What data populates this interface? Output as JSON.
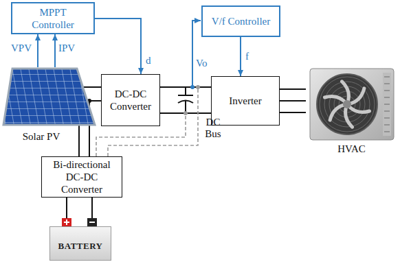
{
  "diagram": {
    "nodes": [
      {
        "text": [
          "MPPT Controller"
        ]
      },
      {
        "text": [
          "Solar PV"
        ]
      },
      {
        "text": [
          "DC-DC Converter"
        ]
      },
      {
        "text": [
          "V/f Controller"
        ]
      },
      {
        "text": [
          "Inverter"
        ]
      },
      {
        "text": [
          "HVAC"
        ]
      },
      {
        "text": [
          "Bi-directional DC-DC Converter"
        ]
      },
      {
        "text": [
          "BATTERY"
        ]
      }
    ],
    "edges": [
      {
        "from": 1,
        "to": 0,
        "arrow": "to",
        "label": "VPV"
      },
      {
        "from": 1,
        "to": 0,
        "arrow": "to",
        "label": "IPV"
      },
      {
        "from": 0,
        "to": 2,
        "arrow": "to",
        "label": "d"
      },
      {
        "from": 2,
        "to": 4,
        "arrow": "none"
      },
      {
        "from": 3,
        "to": 4,
        "arrow": "to",
        "label": "f"
      },
      {
        "from": 4,
        "to": 5,
        "arrow": "none"
      },
      {
        "from": 1,
        "to": 2,
        "arrow": "none"
      },
      {
        "from": 1,
        "to": 6,
        "arrow": "none"
      },
      {
        "from": 6,
        "to": 7,
        "arrow": "none"
      }
    ],
    "labels": [
      "Vo",
      "DC Bus"
    ]
  }
}
